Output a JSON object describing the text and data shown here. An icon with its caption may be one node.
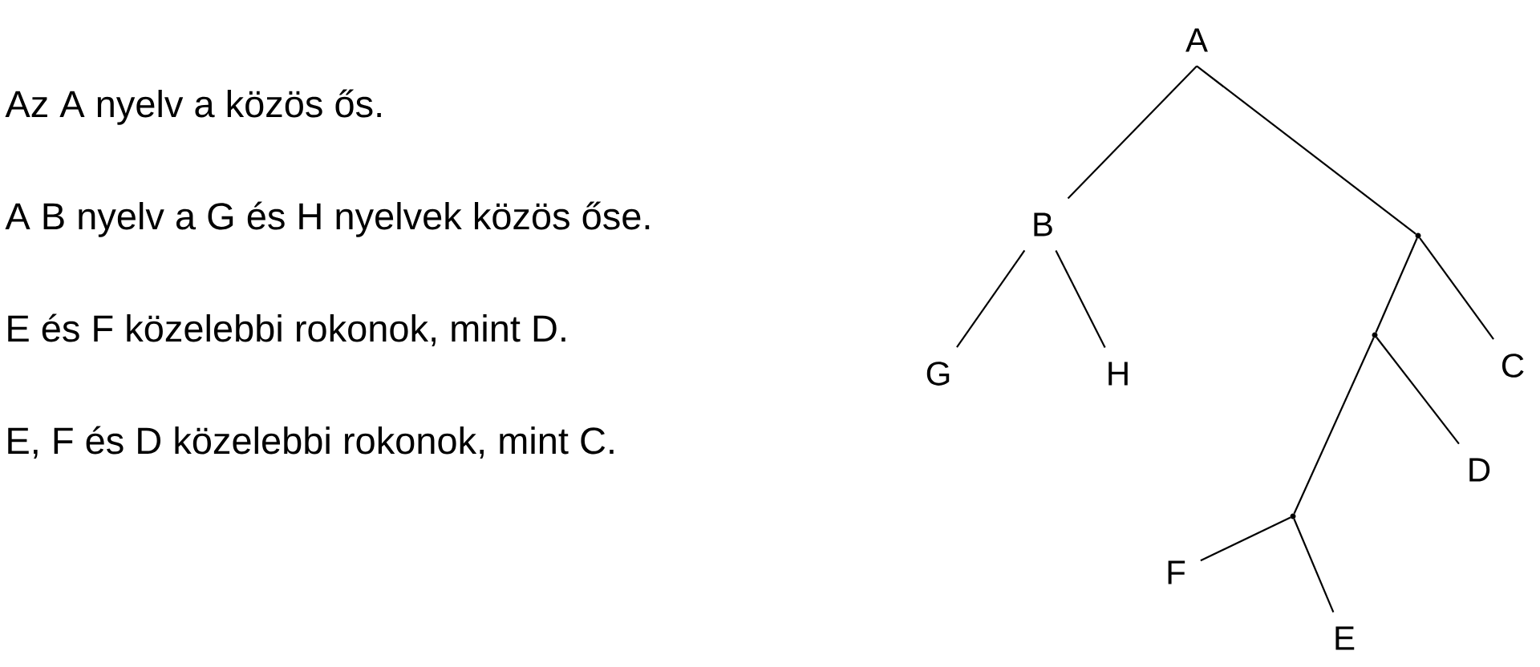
{
  "diagram": {
    "nodes": [
      {
        "text": [
          "A"
        ]
      },
      {
        "text": [
          "B"
        ]
      },
      {
        "text": [],
        "shape": "dot"
      },
      {
        "text": [],
        "shape": "dot"
      },
      {
        "text": [
          "G"
        ]
      },
      {
        "text": [
          "H"
        ]
      },
      {
        "text": [
          "C"
        ]
      },
      {
        "text": [
          "D"
        ]
      },
      {
        "text": [],
        "shape": "dot"
      },
      {
        "text": [
          "F"
        ]
      },
      {
        "text": [
          "E"
        ]
      }
    ],
    "edges": [
      {
        "from": 0,
        "to": 1,
        "arrow": "none"
      },
      {
        "from": 0,
        "to": 2,
        "arrow": "none"
      },
      {
        "from": 1,
        "to": 4,
        "arrow": "none"
      },
      {
        "from": 1,
        "to": 5,
        "arrow": "none"
      },
      {
        "from": 2,
        "to": 6,
        "arrow": "none"
      },
      {
        "from": 2,
        "to": 3,
        "arrow": "none"
      },
      {
        "from": 3,
        "to": 7,
        "arrow": "none"
      },
      {
        "from": 3,
        "to": 8,
        "arrow": "none"
      },
      {
        "from": 8,
        "to": 9,
        "arrow": "none"
      },
      {
        "from": 8,
        "to": 10,
        "arrow": "none"
      }
    ],
    "labels": [
      "Az A nyelv a közös ős.",
      "A B nyelv a G és H nyelvek közös őse.",
      "E és F közelebbi rokonok, mint D.",
      "E, F és D közelebbi rokonok, mint C."
    ]
  }
}
